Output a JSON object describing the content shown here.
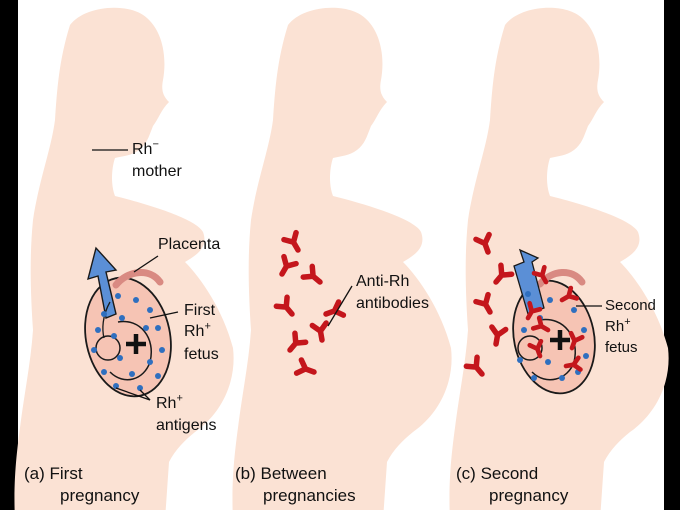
{
  "colors": {
    "skin": "#fbe2d4",
    "uterus": "#f6c4b4",
    "outline": "#1a1a1a",
    "antigen_dot": "#2f6fbf",
    "antibody": "#c4161c",
    "arrow_blue": "#5b8fd6",
    "placenta": "#d98a82"
  },
  "labels": {
    "rh_neg_text": "Rh",
    "rh_neg_sup": "−",
    "mother": "mother",
    "placenta": "Placenta",
    "first": "First",
    "rh_text": "Rh",
    "rh_sup": "+",
    "fetus": "fetus",
    "antigens": "antigens",
    "anti_rh": "Anti-Rh",
    "antibodies": "antibodies",
    "second": "Second"
  },
  "captions": {
    "a_letter": "(a)",
    "a_line1": "First",
    "a_line2": "pregnancy",
    "b_letter": "(b)",
    "b_line1": "Between",
    "b_line2": "pregnancies",
    "c_letter": "(c)",
    "c_line1": "Second",
    "c_line2": "pregnancy"
  },
  "icons": [
    "up-arrow-icon",
    "antibody-icon",
    "antigen-dot-icon",
    "plus-icon"
  ]
}
